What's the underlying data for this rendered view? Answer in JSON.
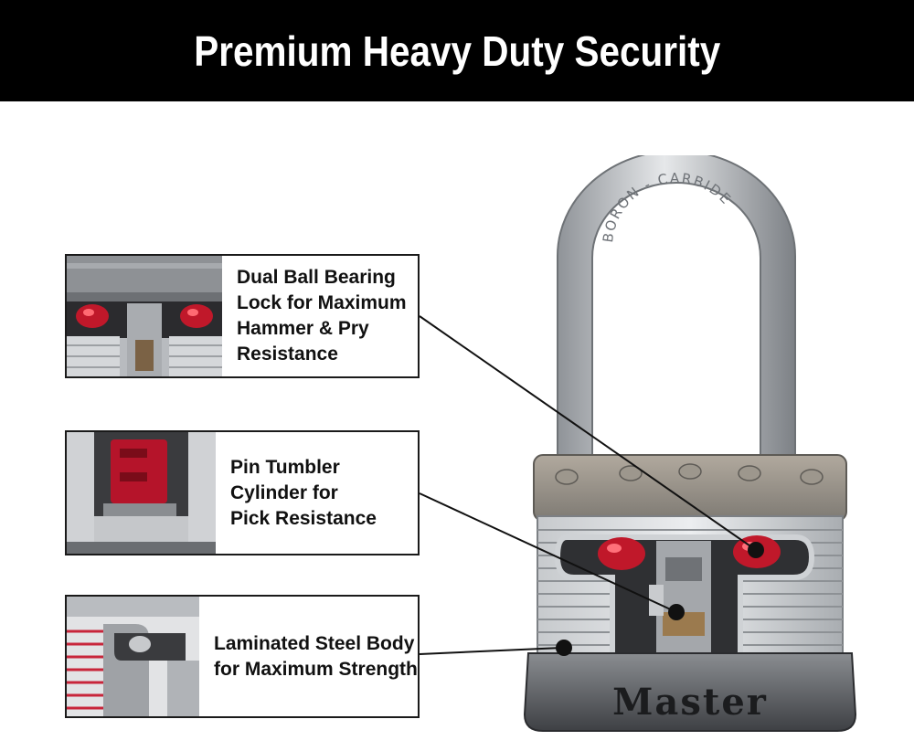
{
  "banner": {
    "title": "Premium Heavy Duty Security",
    "background": "#000000",
    "text_color": "#ffffff"
  },
  "callouts": [
    {
      "label": "Dual Ball Bearing\nLock for Maximum\nHammer & Pry\nResistance",
      "thumbnail_icon": "ball-bearing-cutaway"
    },
    {
      "label": "Pin Tumbler\nCylinder for\nPick Resistance",
      "thumbnail_icon": "pin-tumbler-cutaway"
    },
    {
      "label": "Laminated Steel Body\nfor Maximum Strength",
      "thumbnail_icon": "laminated-steel-cutaway"
    }
  ],
  "padlock": {
    "shackle_text": "BORON - CARBIDE",
    "brand": "Master",
    "accent_red": "#c0182a",
    "steel": "#c9ccd0",
    "bumper": "#5a5a5a"
  }
}
